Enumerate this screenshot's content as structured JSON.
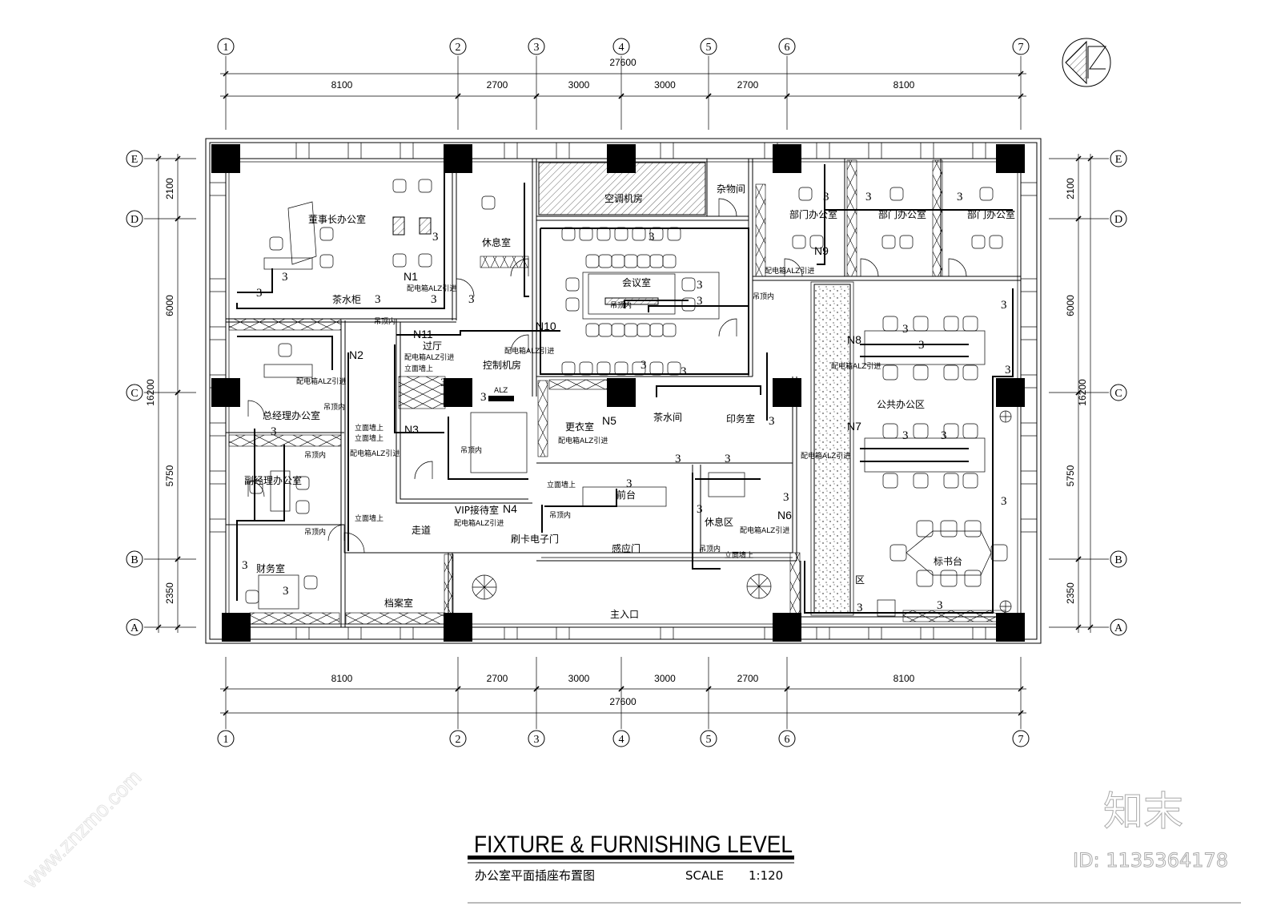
{
  "drawing": {
    "title": "FIXTURE & FURNISHING LEVEL",
    "subtitle": "办公室平面插座布置图",
    "scale_label": "SCALE",
    "scale_value": "1:120"
  },
  "axes": {
    "columns": [
      "1",
      "2",
      "3",
      "4",
      "5",
      "6",
      "7"
    ],
    "rows": [
      "E",
      "D",
      "C",
      "B",
      "A"
    ]
  },
  "dimensions": {
    "overall_horizontal": "27600",
    "horizontal_segments": [
      "8100",
      "2700",
      "3000",
      "3000",
      "2700",
      "8100"
    ],
    "overall_vertical": "16200",
    "vertical_segments": [
      "2100",
      "6000",
      "5750",
      "2350"
    ]
  },
  "rooms": {
    "chairman_office": "董事长办公室",
    "lounge": "休息室",
    "hvac_room": "空调机房",
    "storage": "杂物间",
    "meeting_room": "会议室",
    "dept_office": "部门办公室",
    "tea_cabinet": "茶水柜",
    "hall": "过厅",
    "control_room": "控制机房",
    "gm_office": "总经理办公室",
    "deputy_office": "副经理办公室",
    "finance": "财务室",
    "archive": "档案室",
    "corridor": "走道",
    "vip_room": "VIP接待室",
    "locker": "更衣室",
    "pantry": "茶水间",
    "print_room": "印务室",
    "reception": "前台",
    "rest_area": "休息区",
    "card_door": "刷卡电子门",
    "sensor_door": "感应门",
    "main_entrance": "主入口",
    "open_office": "公共办公区",
    "bid_table": "标书台",
    "area_partial": "区",
    "alz": "ALZ"
  },
  "notes": {
    "panel": "配电箱ALZ引进",
    "ceiling": "吊顶内",
    "wall": "立面墙上",
    "circuit": "3",
    "tags": [
      "N1",
      "N2",
      "N3",
      "N4",
      "N5",
      "N6",
      "N7",
      "N8",
      "N9",
      "N10",
      "N11"
    ]
  },
  "watermark": {
    "brand": "知末",
    "id": "ID: 1135364178",
    "site": "www.znzmo.com"
  },
  "north_arrow": "N"
}
